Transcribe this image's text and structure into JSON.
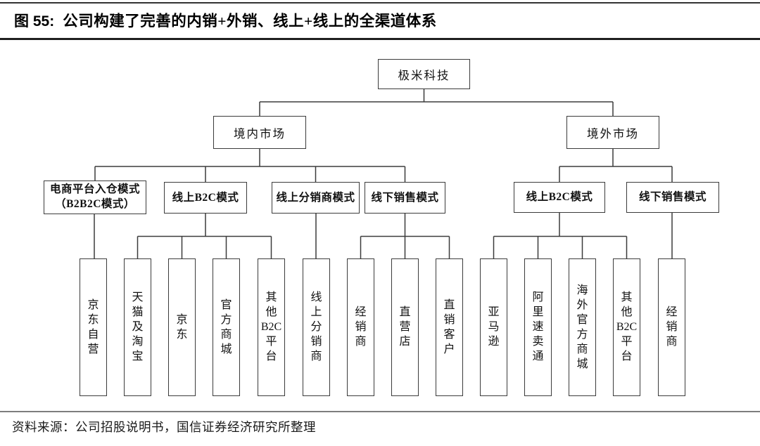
{
  "header": {
    "figure_label": "图 55:",
    "title": "公司构建了完善的内销+外销、线上+线上的全渠道体系"
  },
  "chart": {
    "type": "tree-diagram",
    "root": {
      "label": "极米科技"
    },
    "markets": [
      {
        "label": "境内市场"
      },
      {
        "label": "境外市场"
      }
    ],
    "modes": [
      {
        "label": "电商平台入仓模式",
        "label2": "（B2B2C模式）",
        "parent": "境内市场"
      },
      {
        "label": "线上B2C模式",
        "parent": "境内市场"
      },
      {
        "label": "线上分销商模式",
        "parent": "境内市场"
      },
      {
        "label": "线下销售模式",
        "parent": "境内市场"
      },
      {
        "label": "线上B2C模式",
        "parent": "境外市场"
      },
      {
        "label": "线下销售模式",
        "parent": "境外市场"
      }
    ],
    "channels": [
      {
        "label": "京东自营",
        "parent": "电商平台入仓模式（B2B2C模式）"
      },
      {
        "label": "天猫及淘宝",
        "parent": "线上B2C模式(境内)"
      },
      {
        "label": "京东",
        "parent": "线上B2C模式(境内)"
      },
      {
        "label": "官方商城",
        "parent": "线上B2C模式(境内)"
      },
      {
        "label": "其他B2C平台",
        "parent": "线上B2C模式(境内)"
      },
      {
        "label": "线上分销商",
        "parent": "线上分销商模式"
      },
      {
        "label": "经销商",
        "parent": "线下销售模式(境内)"
      },
      {
        "label": "直营店",
        "parent": "线下销售模式(境内)"
      },
      {
        "label": "直销客户",
        "parent": "线下销售模式(境内)"
      },
      {
        "label": "亚马逊",
        "parent": "线上B2C模式(境外)"
      },
      {
        "label": "阿里速卖通",
        "parent": "线上B2C模式(境外)"
      },
      {
        "label": "海外官方商城",
        "parent": "线上B2C模式(境外)"
      },
      {
        "label": "其他B2C平台",
        "parent": "线上B2C模式(境外)"
      },
      {
        "label": "经销商",
        "parent": "线下销售模式(境外)"
      }
    ]
  },
  "footer": {
    "source": "资料来源：公司招股说明书，国信证券经济研究所整理"
  },
  "colors": {
    "line": "#3b3b3b",
    "title_rule": "#1f1f1f",
    "footer_rule": "#7d7d7d",
    "text": "#111111",
    "background": "#ffffff"
  }
}
